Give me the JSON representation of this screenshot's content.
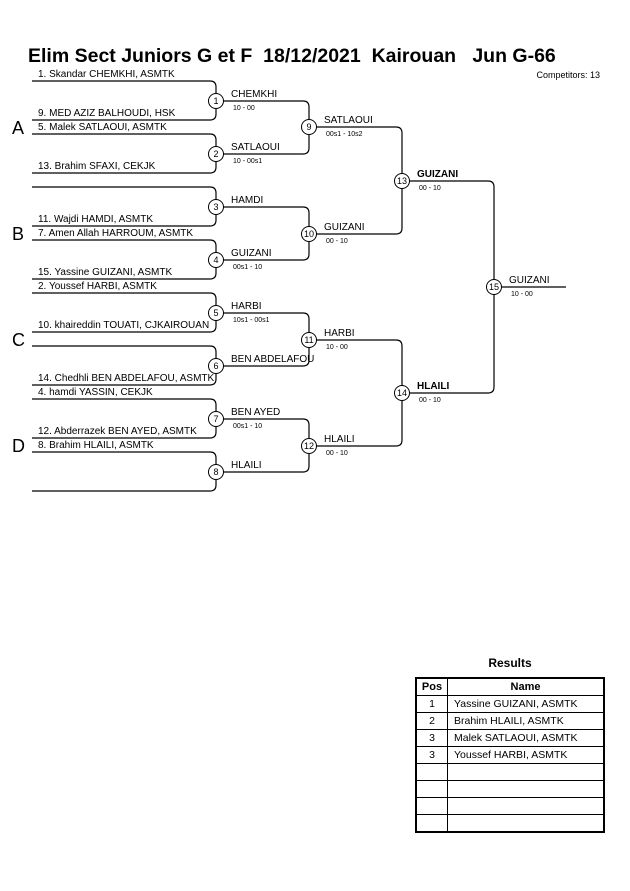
{
  "header": {
    "title": "Elim Sect Juniors G et F  18/12/2021  Kairouan   Jun G-66",
    "competitors": "Competitors: 13"
  },
  "pools": [
    "A",
    "B",
    "C",
    "D"
  ],
  "competitors": [
    "1. Skandar CHEMKHI, ASMTK",
    "9. MED AZIZ BALHOUDI, HSK",
    "5. Malek SATLAOUI, ASMTK",
    "13. Brahim SFAXI, CEKJK",
    "",
    "11. Wajdi HAMDI, ASMTK",
    "7. Amen Allah HARROUM, ASMTK",
    "15. Yassine GUIZANI, ASMTK",
    "2. Youssef HARBI, ASMTK",
    "10. khaireddin TOUATI, CJKAIROUAN",
    "",
    "14. Chedhli BEN ABDELAFOU, ASMTK",
    "4. hamdi YASSIN, CEKJK",
    "12. Abderrazek BEN AYED, ASMTK",
    "8. Brahim HLAILI, ASMTK",
    ""
  ],
  "matches": [
    {
      "num": "1",
      "winner": "CHEMKHI",
      "score": "10 - 00"
    },
    {
      "num": "2",
      "winner": "SATLAOUI",
      "score": "10 - 00s1"
    },
    {
      "num": "3",
      "winner": "HAMDI",
      "score": ""
    },
    {
      "num": "4",
      "winner": "GUIZANI",
      "score": "00s1 - 10"
    },
    {
      "num": "5",
      "winner": "HARBI",
      "score": "10s1 - 00s1"
    },
    {
      "num": "6",
      "winner": "BEN ABDELAFOU",
      "score": ""
    },
    {
      "num": "7",
      "winner": "BEN AYED",
      "score": "00s1 - 10"
    },
    {
      "num": "8",
      "winner": "HLAILI",
      "score": ""
    },
    {
      "num": "9",
      "winner": "SATLAOUI",
      "score": "00s1 - 10s2"
    },
    {
      "num": "10",
      "winner": "GUIZANI",
      "score": "00 - 10"
    },
    {
      "num": "11",
      "winner": "HARBI",
      "score": "10 - 00"
    },
    {
      "num": "12",
      "winner": "HLAILI",
      "score": "00 - 10"
    },
    {
      "num": "13",
      "winner": "GUIZANI",
      "score": "00 - 10"
    },
    {
      "num": "14",
      "winner": "HLAILI",
      "score": "00 - 10"
    },
    {
      "num": "15",
      "winner": "GUIZANI",
      "score": "10 - 00"
    }
  ],
  "results": {
    "title": "Results",
    "col_pos": "Pos",
    "col_name": "Name",
    "rows": [
      {
        "pos": "1",
        "name": "Yassine GUIZANI, ASMTK"
      },
      {
        "pos": "2",
        "name": "Brahim HLAILI, ASMTK"
      },
      {
        "pos": "3",
        "name": "Malek SATLAOUI, ASMTK"
      },
      {
        "pos": "3",
        "name": "Youssef HARBI, ASMTK"
      },
      {
        "pos": "",
        "name": ""
      },
      {
        "pos": "",
        "name": ""
      },
      {
        "pos": "",
        "name": ""
      },
      {
        "pos": "",
        "name": ""
      }
    ]
  }
}
